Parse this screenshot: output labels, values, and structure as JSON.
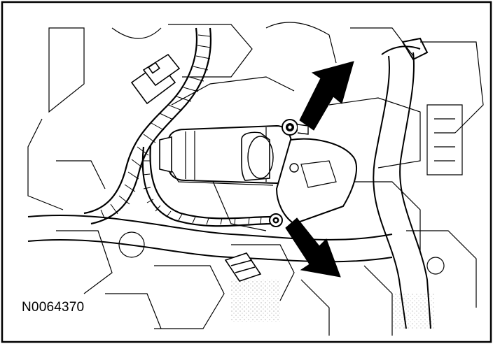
{
  "figure": {
    "reference_id": "N0064370",
    "subject": "starter-motor-mounting",
    "callouts": [
      {
        "id": "upper-bolt-arrow",
        "points_to": "upper-starter-bolt"
      },
      {
        "id": "lower-bolt-arrow",
        "points_to": "lower-starter-bolt"
      }
    ]
  },
  "colors": {
    "line": "#000000",
    "background": "#ffffff",
    "arrow_fill": "#000000"
  }
}
